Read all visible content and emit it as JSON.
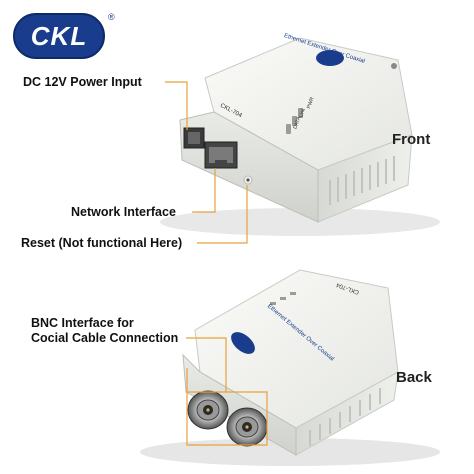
{
  "brand": {
    "logo_text": "CKL",
    "registered_mark": "®"
  },
  "callouts": {
    "power_input": "DC 12V Power Input",
    "network_interface": "Network Interface",
    "reset": "Reset (Not functional Here)",
    "bnc_line1": "BNC Interface for",
    "bnc_line2": "Cocial Cable Connection"
  },
  "views": {
    "front": "Front",
    "back": "Back"
  },
  "device": {
    "model": "CKL-704",
    "product_name": "Ethernet Extender Over Coaxial",
    "led_pwr": "PWR",
    "led_link": "Link",
    "led_data": "DATA"
  },
  "colors": {
    "callout_line": "#e8a23a",
    "device_body": "#eceeea",
    "logo_blue": "#1a3c8c"
  }
}
